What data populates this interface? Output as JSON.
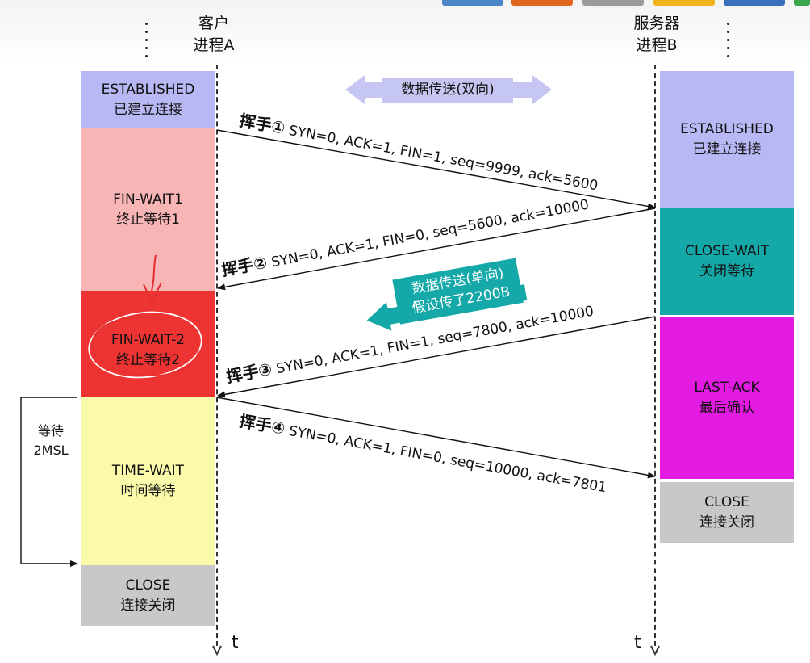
{
  "header": {
    "client_title": "客户",
    "client_process": "进程A",
    "server_title": "服务器",
    "server_process": "进程B"
  },
  "top_tab_colors": [
    "#4a86c8",
    "#e0651f",
    "#9a9a9a",
    "#f2b21a",
    "#3d6fbf",
    "#3aa54a"
  ],
  "client_states": [
    {
      "en": "ESTABLISHED",
      "zh": "已建立连接",
      "color": "#b8b8f4"
    },
    {
      "en": "FIN-WAIT1",
      "zh": "终止等待1",
      "color": "#f7b5b5"
    },
    {
      "en": "FIN-WAIT-2",
      "zh": "终止等待2",
      "color": "#ee3333"
    },
    {
      "en": "TIME-WAIT",
      "zh": "时间等待",
      "color": "#fafaaa"
    },
    {
      "en": "CLOSE",
      "zh": "连接关闭",
      "color": "#c8c8c8"
    }
  ],
  "server_states": [
    {
      "en": "ESTABLISHED",
      "zh": "已建立连接",
      "color": "#b8b8f4"
    },
    {
      "en": "CLOSE-WAIT",
      "zh": "关闭等待",
      "color": "#14a8a8"
    },
    {
      "en": "LAST-ACK",
      "zh": "最后确认",
      "color": "#e21ae2"
    },
    {
      "en": "CLOSE",
      "zh": "连接关闭",
      "color": "#c8c8c8"
    }
  ],
  "data_transfer_both": "数据传送(双向)",
  "data_transfer_one": {
    "line1": "数据传送(单向)",
    "line2": "假设传了2200B"
  },
  "wait_2msl": {
    "line1": "等待",
    "line2": "2MSL"
  },
  "time_axis_label": "t",
  "handshakes": [
    {
      "label": "挥手①",
      "text": " SYN=0, ACK=1, FIN=1, seq=9999, ack=5600"
    },
    {
      "label": "挥手②",
      "text": " SYN=0, ACK=1, FIN=0, seq=5600, ack=10000"
    },
    {
      "label": "挥手③",
      "text": " SYN=0, ACK=1, FIN=1, seq=7800, ack=10000"
    },
    {
      "label": "挥手④",
      "text": " SYN=0, ACK=1, FIN=0, seq=10000, ack=7801"
    }
  ]
}
